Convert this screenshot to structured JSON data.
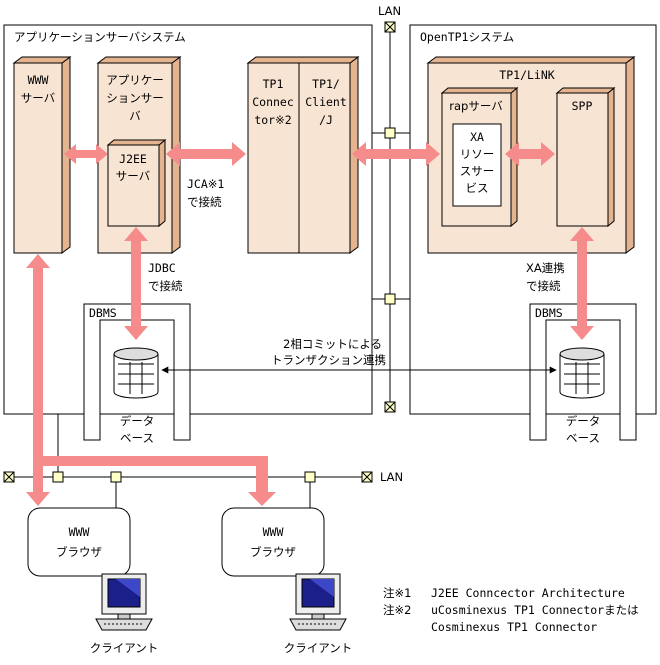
{
  "colors": {
    "component_fill": "#f7e4d3",
    "component_side": "#e3b48f",
    "arrow_fill": "#f58b8b",
    "node_fill": "#ffffc8"
  },
  "lan_top": {
    "label": "LAN"
  },
  "lan_bottom": {
    "label": "LAN"
  },
  "app_server_system": {
    "title": "アプリケーションサーバシステム",
    "www_server": [
      "WWW",
      "サーバ"
    ],
    "app_server": [
      "アプリケー",
      "ションサー",
      "バ"
    ],
    "j2ee_server": [
      "J2EE",
      "サーバ"
    ],
    "tp1_connector": [
      "TP1",
      "Connec",
      "tor※2"
    ],
    "tp1_client": [
      "TP1/",
      "Client",
      "/J"
    ],
    "jca_label": [
      "JCA※1",
      "で接続"
    ],
    "jdbc_label": [
      "JDBC",
      "で接続"
    ],
    "dbms_label": "DBMS",
    "database_label": [
      "データ",
      "ベース"
    ]
  },
  "opentp1_system": {
    "title": "OpenTP1システム",
    "tp1_link": "TP1/LiNK",
    "rap_server": "rapサーバ",
    "xa_resource_service": [
      "XA",
      "リソー",
      "スサー",
      "ビス"
    ],
    "spp": "SPP",
    "xa_label": [
      "XA連携",
      "で接続"
    ],
    "dbms_label": "DBMS",
    "database_label": [
      "データ",
      "ベース"
    ]
  },
  "commit_label": [
    "2相コミットによる",
    "トランザクション連携"
  ],
  "browsers": [
    {
      "line1": "WWW",
      "line2": "ブラウザ",
      "client_label": "クライアント"
    },
    {
      "line1": "WWW",
      "line2": "ブラウザ",
      "client_label": "クライアント"
    }
  ],
  "notes": [
    {
      "key": "注※1",
      "text": "J2EE Conncector Architecture"
    },
    {
      "key": "注※2",
      "text": "uCosminexus TP1 Connectorまたは"
    },
    {
      "key": "",
      "text": "Cosminexus TP1 Connector"
    }
  ]
}
